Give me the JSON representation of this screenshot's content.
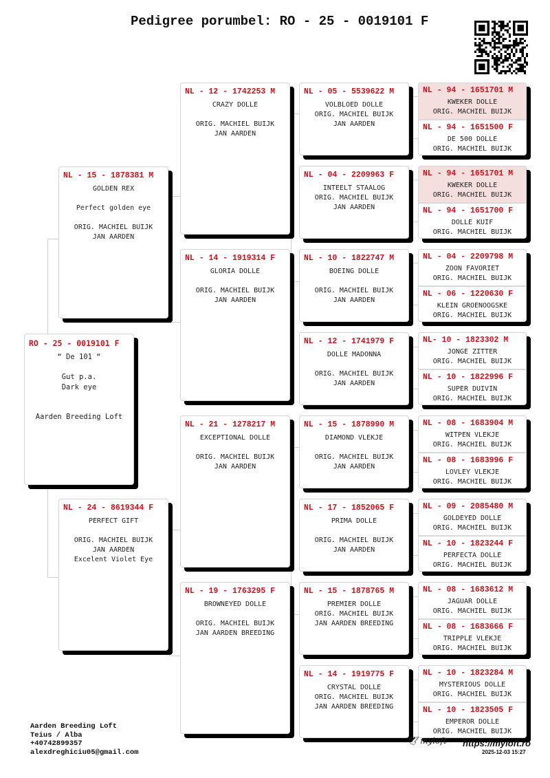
{
  "title": "Pedigree porumbel: RO - 25 - 0019101 F",
  "qr_icon": "qr-code-icon",
  "ring_color": "#d0101a",
  "highlight_color": "#f5dede",
  "subject": {
    "ring": "RO - 25 - 0019101 F",
    "lines": [
      "“ De 101 “",
      "",
      "Gut p.a.",
      "Dark eye",
      "",
      "",
      "Aarden Breeding Loft"
    ]
  },
  "parents": [
    {
      "ring": "NL - 15 - 1878381 M",
      "lines": [
        "GOLDEN REX",
        "",
        "Perfect golden eye",
        "",
        "ORIG. MACHIEL BUIJK",
        "JAN AARDEN"
      ]
    },
    {
      "ring": "NL - 24 - 8619344 F",
      "lines": [
        "PERFECT GIFT",
        "",
        "ORIG. MACHIEL BUIJK",
        "JAN AARDEN",
        "Excelent Violet Eye"
      ]
    }
  ],
  "grandparents": [
    {
      "ring": "NL - 12 - 1742253 M",
      "lines": [
        "CRAZY DOLLE",
        "",
        "ORIG. MACHIEL BUIJK",
        "JAN AARDEN"
      ]
    },
    {
      "ring": "NL - 14 - 1919314 F",
      "lines": [
        "GLORIA DOLLE",
        "",
        "ORIG. MACHIEL BUIJK",
        "JAN AARDEN"
      ]
    },
    {
      "ring": "NL - 21 - 1278217 M",
      "lines": [
        "EXCEPTIONAL DOLLE",
        "",
        "ORIG. MACHIEL BUIJK",
        "JAN AARDEN"
      ]
    },
    {
      "ring": "NL - 19 - 1763295 F",
      "lines": [
        "BROWNEYED DOLLE",
        "",
        "ORIG. MACHIEL BUIJK",
        "JAN AARDEN BREEDING"
      ]
    }
  ],
  "great_grandparents": [
    {
      "ring": "NL - 05 - 5539622 M",
      "lines": [
        "VOLBLOED DOLLE",
        "ORIG. MACHIEL BUIJK",
        "JAN AARDEN"
      ]
    },
    {
      "ring": "NL - 04 - 2209963 F",
      "lines": [
        "INTEELT STAALOG",
        "ORIG. MACHIEL BUIJK",
        "JAN AARDEN"
      ]
    },
    {
      "ring": "NL - 10 - 1822747 M",
      "lines": [
        "BOEING DOLLE",
        "",
        "ORIG. MACHIEL BUIJK",
        "JAN AARDEN"
      ]
    },
    {
      "ring": "NL - 12 - 1741979 F",
      "lines": [
        "DOLLE MADONNA",
        "",
        "ORIG. MACHIEL BUIJK",
        "JAN AARDEN"
      ]
    },
    {
      "ring": "NL - 15 - 1878990 M",
      "lines": [
        "DIAMOND VLEKJE",
        "",
        "ORIG. MACHIEL BUIJK",
        "JAN AARDEN"
      ]
    },
    {
      "ring": "NL - 17 - 1852065 F",
      "lines": [
        "PRIMA DOLLE",
        "",
        "ORIG. MACHIEL BUIJK",
        "JAN AARDEN"
      ]
    },
    {
      "ring": "NL - 15 - 1878765 M",
      "lines": [
        "PREMIER DOLLE",
        "ORIG. MACHIEL BUIJK",
        "JAN AARDEN BREEDING"
      ]
    },
    {
      "ring": "NL - 14 - 1919775 F",
      "lines": [
        "CRYSTAL DOLLE",
        "ORIG. MACHIEL BUIJK",
        "JAN AARDEN BREEDING"
      ]
    }
  ],
  "gen4": [
    {
      "ring": "NL - 94 - 1651701 M",
      "lines": [
        "KWEKER DOLLE",
        "ORIG. MACHIEL BUIJK"
      ],
      "highlight": true
    },
    {
      "ring": "NL - 94 - 1651500 F",
      "lines": [
        "DE 500 DOLLE",
        "ORIG. MACHIEL BUIJK"
      ],
      "highlight": false
    },
    {
      "ring": "NL - 94 - 1651701 M",
      "lines": [
        "KWEKER DOLLE",
        "ORIG. MACHIEL BUIJK"
      ],
      "highlight": true
    },
    {
      "ring": "NL - 94 - 1651700 F",
      "lines": [
        "DOLLE KUIF",
        "ORIG. MACHIEL BUIJK"
      ],
      "highlight": false
    },
    {
      "ring": "NL - 04 - 2209798 M",
      "lines": [
        "ZOON FAVORIET",
        "ORIG. MACHIEL BUIJK"
      ],
      "highlight": false
    },
    {
      "ring": "NL - 06 - 1220630 F",
      "lines": [
        "KLEIN GROENOOGSKE",
        "ORIG. MACHIEL BUIJK"
      ],
      "highlight": false
    },
    {
      "ring": "NL- 10 - 1823302 M",
      "lines": [
        "JONGE ZITTER",
        "ORIG. MACHIEL BUIJK"
      ],
      "highlight": false
    },
    {
      "ring": "NL - 10 - 1822996 F",
      "lines": [
        "SUPER DUIVIN",
        "ORIG. MACHIEL BUIJK"
      ],
      "highlight": false
    },
    {
      "ring": "NL - 08 - 1683904 M",
      "lines": [
        "WITPEN VLEKJE",
        "ORIG. MACHIEL BUIJK"
      ],
      "highlight": false
    },
    {
      "ring": "NL - 08 - 1683996 F",
      "lines": [
        "LOVLEY VLEKJE",
        "ORIG. MACHIEL BUIJK"
      ],
      "highlight": false
    },
    {
      "ring": "NL - 09 - 2085480 M",
      "lines": [
        "GOLDEYED DOLLE",
        "ORIG. MACHIEL BUIJK"
      ],
      "highlight": false
    },
    {
      "ring": "NL - 10 - 1823244 F",
      "lines": [
        "PERFECTA DOLLE",
        "ORIG. MACHIEL BUIJK"
      ],
      "highlight": false
    },
    {
      "ring": "NL - 08 - 1683612 M",
      "lines": [
        "JAGUAR DOLLE",
        "ORIG. MACHIEL BUIJK"
      ],
      "highlight": false
    },
    {
      "ring": "NL - 08 - 1683666 F",
      "lines": [
        "TRIPPLE VLEKJE",
        "ORIG. MACHIEL BUIJK"
      ],
      "highlight": false
    },
    {
      "ring": "NL - 10 - 1823284 M",
      "lines": [
        "MYSTERIOUS DOLLE",
        "ORIG. MACHIEL BUIJK"
      ],
      "highlight": false
    },
    {
      "ring": "NL - 10 - 1823505 F",
      "lines": [
        "EMPEROR DOLLE",
        "ORIG. MACHIEL BUIJK"
      ],
      "highlight": false
    }
  ],
  "footer": {
    "owner_lines": [
      "Aarden Breeding Loft",
      "Teius / Alba",
      "+40742899357",
      "alexdreghiciu05@gmail.com"
    ],
    "logo_text": "myloft",
    "website": "https://myloft.ro",
    "timestamp": "2025-12-03 15:27"
  }
}
